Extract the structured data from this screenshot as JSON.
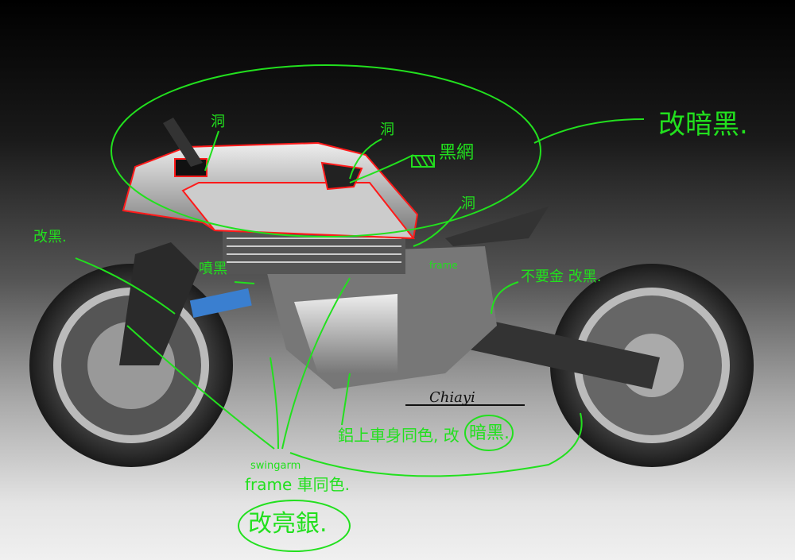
{
  "annotations": {
    "top_right": "改暗黑.",
    "hole_1": "洞",
    "hole_2": "洞",
    "hole_3": "洞",
    "black_mesh": "黑網",
    "left_black": "改黑.",
    "spray_black": "噴黑",
    "frame": "frame",
    "no_gold": "不要金 改黑.",
    "aluminum": "鋁上車身同色, 改",
    "dark_black": "暗黑.",
    "swingarm": "swingarm",
    "frame_same_color": "frame 車同色.",
    "bright_silver": "改亮銀."
  },
  "signature": "Chiayi",
  "colors": {
    "annotation": "#22e01e",
    "outline": "#ff1a1a"
  }
}
